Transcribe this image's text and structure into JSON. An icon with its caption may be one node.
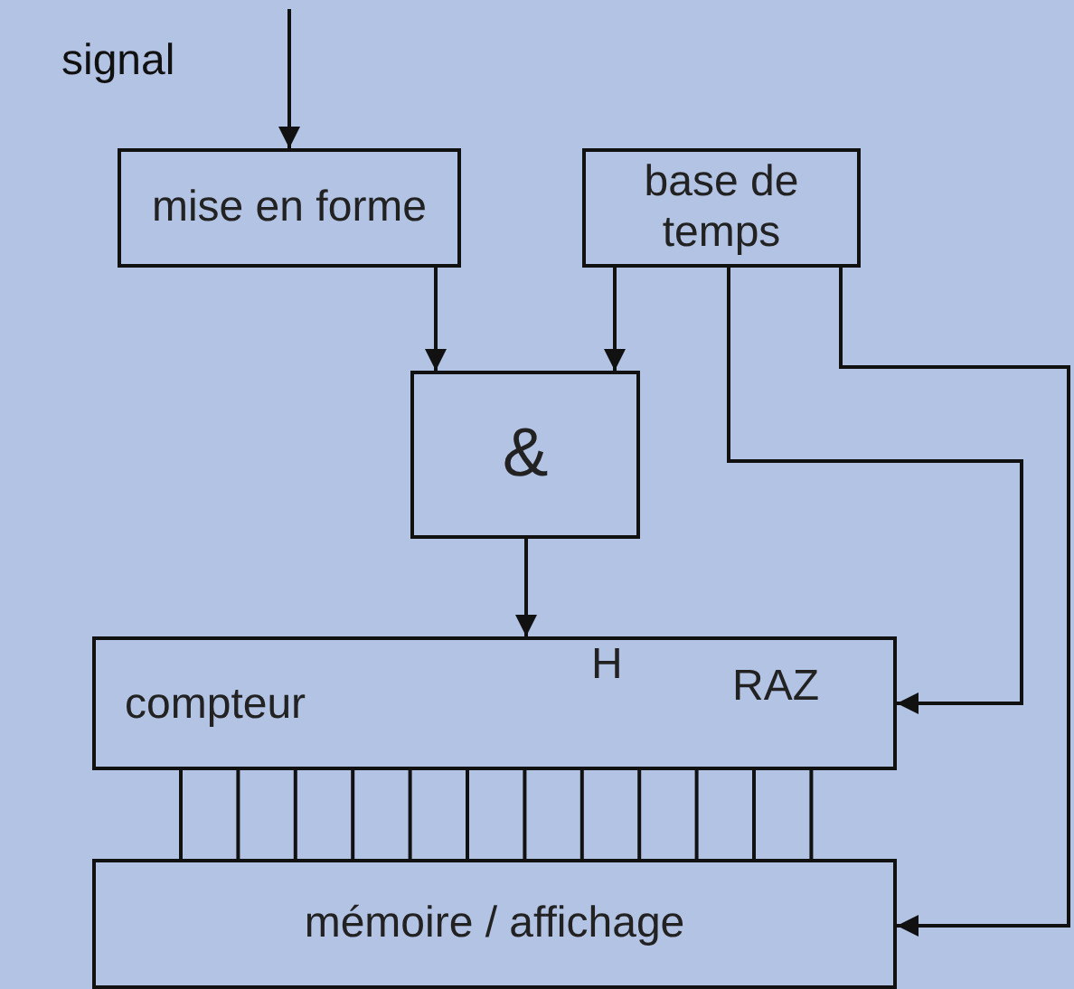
{
  "diagram": {
    "nodes": [
      {
        "text": [
          "mise en forme"
        ]
      },
      {
        "text": [
          "base de temps"
        ]
      },
      {
        "text": [
          "&"
        ]
      },
      {
        "text": [
          "H",
          "compteur",
          "RAZ"
        ]
      },
      {
        "text": [
          "mémoire / affichage"
        ]
      }
    ],
    "edges": [
      {
        "from": null,
        "to": 0,
        "arrow": "to"
      },
      {
        "from": 0,
        "to": 2,
        "arrow": "to"
      },
      {
        "from": 1,
        "to": 2,
        "arrow": "to"
      },
      {
        "from": 2,
        "to": 3,
        "arrow": "to"
      },
      {
        "from": 1,
        "to": 3,
        "arrow": "to"
      },
      {
        "from": 1,
        "to": 4,
        "arrow": "to"
      },
      {
        "from": 3,
        "to": 4,
        "arrow": "none"
      },
      {
        "from": 3,
        "to": 4,
        "arrow": "none"
      },
      {
        "from": 3,
        "to": 4,
        "arrow": "none"
      },
      {
        "from": 3,
        "to": 4,
        "arrow": "none"
      },
      {
        "from": 3,
        "to": 4,
        "arrow": "none"
      },
      {
        "from": 3,
        "to": 4,
        "arrow": "none"
      },
      {
        "from": 3,
        "to": 4,
        "arrow": "none"
      },
      {
        "from": 3,
        "to": 4,
        "arrow": "none"
      },
      {
        "from": 3,
        "to": 4,
        "arrow": "none"
      },
      {
        "from": 3,
        "to": 4,
        "arrow": "none"
      },
      {
        "from": 3,
        "to": 4,
        "arrow": "none"
      },
      {
        "from": 3,
        "to": 4,
        "arrow": "none"
      }
    ],
    "labels": [
      "signal"
    ]
  }
}
